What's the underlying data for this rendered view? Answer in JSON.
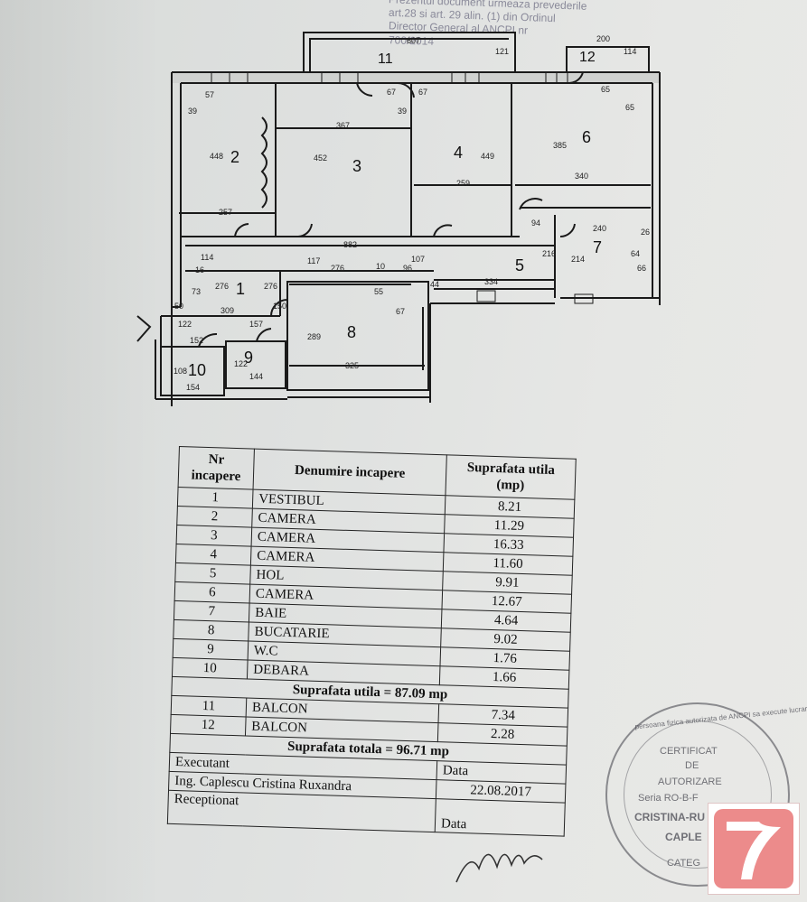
{
  "header": {
    "line1": "Prezentul document urmeaza prevederile",
    "line2": "art.28 si art. 29 alin. (1) din Ordinul",
    "line3": "Director General al ANCPI nr",
    "line4": "700/2014"
  },
  "plan": {
    "rooms": [
      {
        "id": "room-1",
        "label": "1"
      },
      {
        "id": "room-2",
        "label": "2"
      },
      {
        "id": "room-3",
        "label": "3"
      },
      {
        "id": "room-4",
        "label": "4"
      },
      {
        "id": "room-5",
        "label": "5"
      },
      {
        "id": "room-6",
        "label": "6"
      },
      {
        "id": "room-7",
        "label": "7"
      },
      {
        "id": "room-8",
        "label": "8"
      },
      {
        "id": "room-9",
        "label": "9"
      },
      {
        "id": "room-10",
        "label": "10"
      },
      {
        "id": "room-11",
        "label": "11"
      },
      {
        "id": "room-12",
        "label": "12"
      }
    ],
    "dimensions": [
      "607",
      "121",
      "200",
      "114",
      "57",
      "39",
      "367",
      "67",
      "39",
      "67",
      "65",
      "65",
      "448",
      "452",
      "449",
      "385",
      "259",
      "340",
      "257",
      "94",
      "240",
      "26",
      "882",
      "216",
      "214",
      "64",
      "66",
      "114",
      "117",
      "107",
      "276",
      "10",
      "96",
      "16",
      "73",
      "276",
      "276",
      "44",
      "334",
      "50",
      "150",
      "309",
      "55",
      "67",
      "289",
      "122",
      "157",
      "152",
      "108",
      "122",
      "144",
      "154",
      "325"
    ]
  },
  "table": {
    "col_nr": "Nr incapere",
    "col_name": "Denumire incapere",
    "col_area": "Suprafata utila (mp)",
    "rows": [
      {
        "nr": "1",
        "name": "VESTIBUL",
        "area": "8.21"
      },
      {
        "nr": "2",
        "name": "CAMERA",
        "area": "11.29"
      },
      {
        "nr": "3",
        "name": "CAMERA",
        "area": "16.33"
      },
      {
        "nr": "4",
        "name": "CAMERA",
        "area": "11.60"
      },
      {
        "nr": "5",
        "name": "HOL",
        "area": "9.91"
      },
      {
        "nr": "6",
        "name": "CAMERA",
        "area": "12.67"
      },
      {
        "nr": "7",
        "name": "BAIE",
        "area": "4.64"
      },
      {
        "nr": "8",
        "name": "BUCATARIE",
        "area": "9.02"
      },
      {
        "nr": "9",
        "name": "W.C",
        "area": "1.76"
      },
      {
        "nr": "10",
        "name": "DEBARA",
        "area": "1.66"
      }
    ],
    "sum_util": "Suprafata utila = 87.09 mp",
    "balcony_rows": [
      {
        "nr": "11",
        "name": "BALCON",
        "area": "7.34"
      },
      {
        "nr": "12",
        "name": "BALCON",
        "area": "2.28"
      }
    ],
    "sum_total": "Suprafata totala = 96.71 mp",
    "executant_label": "Executant",
    "data_label": "Data",
    "executant_name": "Ing. Caplescu Cristina Ruxandra",
    "executant_date": "22.08.2017",
    "receptionat_label": "Receptionat",
    "data_label2": "Data"
  },
  "stamp": {
    "ring": "persoana fizica autorizata de ANCPI sa execute lucrari de cadastru",
    "l1": "CERTIFICAT",
    "l2": "DE",
    "l3": "AUTORIZARE",
    "l4": "Seria RO-B-F",
    "l5": "CRISTINA-RU",
    "l6": "CAPLE",
    "l7": "CATEG"
  }
}
